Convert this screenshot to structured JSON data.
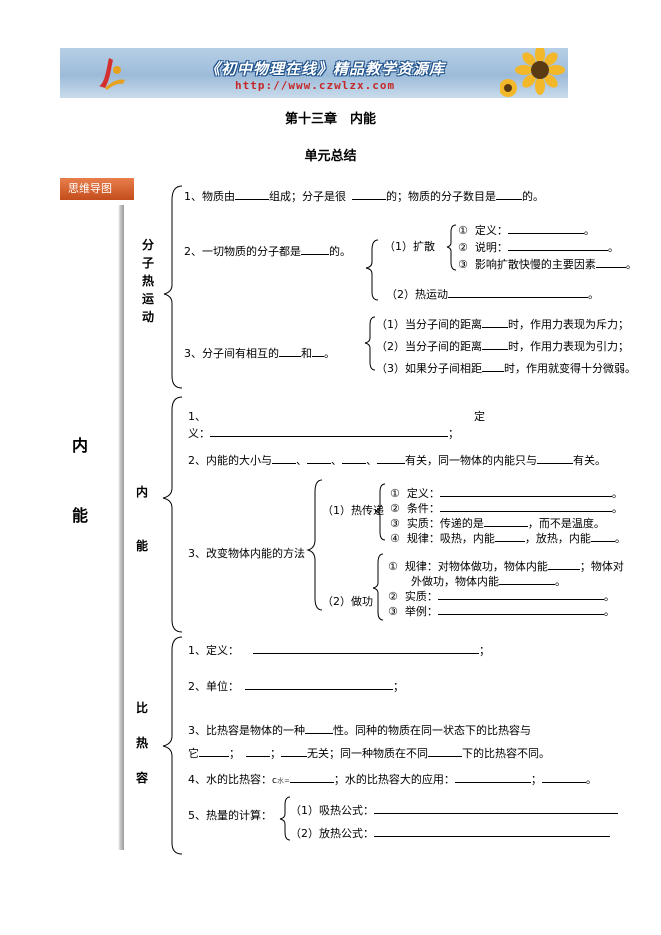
{
  "banner": {
    "title": "《初中物理在线》精品教学资源库",
    "url": "http://www.czwlzx.com"
  },
  "chapter_title": "第十三章　内能",
  "summary_title": "单元总结",
  "mindmap_tab": "思维导图",
  "root": "内 能",
  "root_chars": [
    "内",
    "能"
  ],
  "sections": {
    "molecular_motion": {
      "label_chars": [
        "分",
        "子",
        "热",
        "运",
        "动"
      ],
      "item1": {
        "a": "1、物质由",
        "b": "组成；分子是很",
        "c": "的；物质的分子数目是",
        "d": "的。"
      },
      "item2": "2、一切物质的分子都是",
      "item2_end": "的。",
      "diffusion_label": "（1）扩散",
      "diffusion": [
        {
          "num": "①",
          "text": "定义："
        },
        {
          "num": "②",
          "text": "说明："
        },
        {
          "num": "③",
          "text": "影响扩散快慢的主要因素"
        }
      ],
      "thermal_motion": "（2）热运动",
      "item3": {
        "a": "3、分子间有相互的",
        "b": "和",
        "c": "。"
      },
      "forces": [
        {
          "a": "（1）当分子间的距离",
          "b": "时，作用力表现为斥力；"
        },
        {
          "a": "（2）当分子间的距离",
          "b": "时，作用力表现为引力；"
        },
        {
          "a": "（3）如果分子间相距",
          "b": "时，作用就变得十分微弱。"
        }
      ]
    },
    "internal_energy": {
      "label_chars": [
        "内",
        "能"
      ],
      "item1_a": "1、",
      "item1_b": "定",
      "item1_c": "义：",
      "item1_end": "；",
      "item2_a": "2、内能的大小与",
      "item2_sep": "、",
      "item2_b": "有关，同一物体的内能只与",
      "item2_c": "有关。",
      "item3": "3、改变物体内能的方法",
      "heat_transfer_label": "（1）热传递",
      "heat_transfer": [
        {
          "num": "①",
          "a": "定义：",
          "b": "。"
        },
        {
          "num": "②",
          "a": "条件：",
          "b": "。"
        },
        {
          "num": "③",
          "a": "实质：传递的是",
          "b": "，而不是温度。"
        },
        {
          "num": "④",
          "a": "规律：吸热，内能",
          "b": "，放热，内能",
          "c": "。"
        }
      ],
      "work_label": "（2）做功",
      "work": [
        {
          "num": "①",
          "a": "规律：对物体做功，物体内能",
          "b": "；物体对",
          "c": "外做功，物体内能",
          "d": "。"
        },
        {
          "num": "②",
          "a": "实质：",
          "b": "。"
        },
        {
          "num": "③",
          "a": "举例：",
          "b": "。"
        }
      ]
    },
    "specific_heat": {
      "label_chars": [
        "比",
        "热",
        "容"
      ],
      "item1": "1、定义：",
      "item1_end": "；",
      "item2": "2、单位：",
      "item2_end": "；",
      "item3_a": "3、比热容是物体的一种",
      "item3_b": "性。同种的物质在同一状态下的比热容与",
      "item3_c": "它",
      "item3_sep": "；",
      "item3_d": "无关；同一种物质在不同",
      "item3_e": "下的比热容不同。",
      "item4_a": "4、水的比热容：",
      "item4_c": "c",
      "item4_sub": "水=",
      "item4_b": "；水的比热容大的应用：",
      "item4_sep": "；",
      "item4_end": "。",
      "item5": "5、热量的计算：",
      "formulas": [
        "（1）吸热公式：",
        "（2）放热公式："
      ]
    }
  }
}
